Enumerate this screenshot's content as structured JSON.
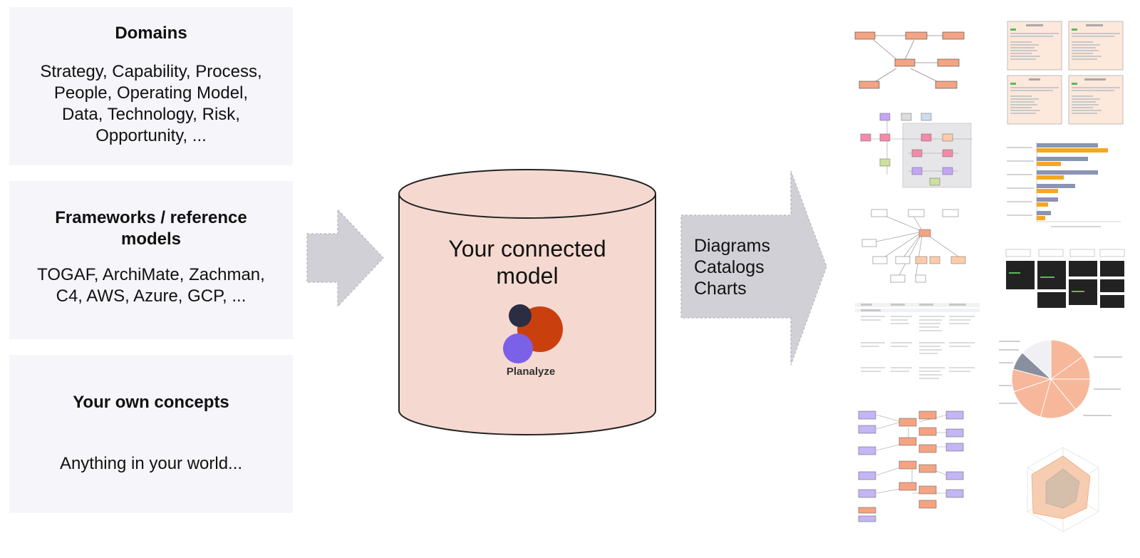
{
  "inputs": {
    "domains": {
      "title": "Domains",
      "lines": [
        "Strategy, Capability, Process,",
        "People, Operating Model,",
        "Data, Technology, Risk,",
        "Opportunity, ..."
      ]
    },
    "frameworks": {
      "title_lines": [
        "Frameworks / reference",
        "models"
      ],
      "lines": [
        "TOGAF, ArchiMate, Zachman,",
        "C4, AWS, Azure, GCP, ..."
      ]
    },
    "concepts": {
      "title": "Your own concepts",
      "lines": [
        "Anything in your world..."
      ]
    }
  },
  "model": {
    "label_lines": [
      "Your connected",
      "model"
    ],
    "brand": "Planalyze"
  },
  "outputs": {
    "lines": [
      "Diagrams",
      "Catalogs",
      "Charts"
    ]
  },
  "colors": {
    "box_bg": "#f5f5fa",
    "cylinder_fill": "#f5d9d0",
    "arrow_fill": "#d0d0d6",
    "logo_dark": "#2b2d42",
    "logo_orange": "#c9400e",
    "logo_purple": "#7b61e8",
    "node_orange": "#f4a482",
    "node_purple": "#c4b5f5"
  }
}
